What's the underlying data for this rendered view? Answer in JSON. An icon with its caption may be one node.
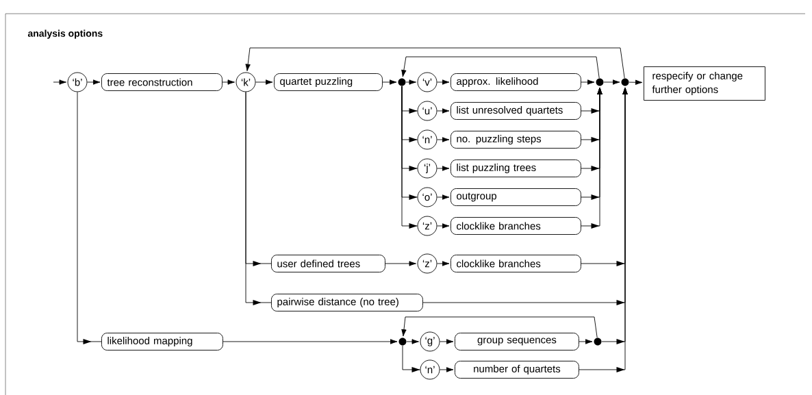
{
  "diagram": {
    "title": "analysis options",
    "nodes": [
      {
        "text": [
          "‘b’"
        ]
      },
      {
        "text": [
          "tree reconstruction"
        ]
      },
      {
        "text": [
          "‘k’"
        ]
      },
      {
        "text": [
          "quartet puzzling"
        ]
      },
      {
        "text": [],
        "shape": "circle"
      },
      {
        "text": [
          "‘v’"
        ]
      },
      {
        "text": [
          "approx. likelihood"
        ]
      },
      {
        "text": [
          "‘u’"
        ]
      },
      {
        "text": [
          "list unresolved quartets"
        ]
      },
      {
        "text": [
          "‘n’"
        ]
      },
      {
        "text": [
          "no. puzzling steps"
        ]
      },
      {
        "text": [
          "‘j’"
        ]
      },
      {
        "text": [
          "list puzzling trees"
        ]
      },
      {
        "text": [
          "‘o’"
        ]
      },
      {
        "text": [
          "outgroup"
        ]
      },
      {
        "text": [
          "‘z’"
        ]
      },
      {
        "text": [
          "clocklike branches"
        ]
      },
      {
        "text": [],
        "shape": "circle"
      },
      {
        "text": [],
        "shape": "circle"
      },
      {
        "text": [
          "respecify or change further options"
        ]
      },
      {
        "text": [
          "user defined trees"
        ]
      },
      {
        "text": [
          "‘z’"
        ]
      },
      {
        "text": [
          "clocklike branches"
        ]
      },
      {
        "text": [
          "pairwise distance (no tree)"
        ]
      },
      {
        "text": [
          "likelihood mapping"
        ]
      },
      {
        "text": [],
        "shape": "circle"
      },
      {
        "text": [
          "‘g’"
        ]
      },
      {
        "text": [
          "group sequences"
        ]
      },
      {
        "text": [],
        "shape": "circle"
      },
      {
        "text": [
          "‘n’"
        ]
      },
      {
        "text": [
          "number of quartets"
        ]
      }
    ],
    "edges": [
      {
        "from": null,
        "to": 0,
        "arrow": "to"
      },
      {
        "from": 0,
        "to": 1,
        "arrow": "to"
      },
      {
        "from": 1,
        "to": 2,
        "arrow": "to"
      },
      {
        "from": 2,
        "to": 3,
        "arrow": "to"
      },
      {
        "from": 3,
        "to": 4,
        "arrow": "to"
      },
      {
        "from": 4,
        "to": 5,
        "arrow": "to"
      },
      {
        "from": 5,
        "to": 6,
        "arrow": "to"
      },
      {
        "from": 6,
        "to": 17,
        "arrow": "to"
      },
      {
        "from": 17,
        "to": 18,
        "arrow": "to"
      },
      {
        "from": 18,
        "to": 19,
        "arrow": "to"
      },
      {
        "from": 4,
        "to": 7,
        "arrow": "to"
      },
      {
        "from": 7,
        "to": 8,
        "arrow": "to"
      },
      {
        "from": 8,
        "to": 17,
        "arrow": "to"
      },
      {
        "from": 4,
        "to": 9,
        "arrow": "to"
      },
      {
        "from": 9,
        "to": 10,
        "arrow": "to"
      },
      {
        "from": 10,
        "to": 17,
        "arrow": "to"
      },
      {
        "from": 4,
        "to": 11,
        "arrow": "to"
      },
      {
        "from": 11,
        "to": 12,
        "arrow": "to"
      },
      {
        "from": 12,
        "to": 17,
        "arrow": "to"
      },
      {
        "from": 4,
        "to": 13,
        "arrow": "to"
      },
      {
        "from": 13,
        "to": 14,
        "arrow": "to"
      },
      {
        "from": 14,
        "to": 17,
        "arrow": "to"
      },
      {
        "from": 4,
        "to": 15,
        "arrow": "to"
      },
      {
        "from": 15,
        "to": 16,
        "arrow": "to"
      },
      {
        "from": 16,
        "to": 17,
        "arrow": "to"
      },
      {
        "from": 17,
        "to": 4,
        "arrow": "to"
      },
      {
        "from": 18,
        "to": 2,
        "arrow": "to"
      },
      {
        "from": 2,
        "to": 20,
        "arrow": "to"
      },
      {
        "from": 20,
        "to": 21,
        "arrow": "to"
      },
      {
        "from": 21,
        "to": 22,
        "arrow": "to"
      },
      {
        "from": 22,
        "to": 18,
        "arrow": "to"
      },
      {
        "from": 2,
        "to": 23,
        "arrow": "to"
      },
      {
        "from": 23,
        "to": 18,
        "arrow": "to"
      },
      {
        "from": 0,
        "to": 24,
        "arrow": "to"
      },
      {
        "from": 24,
        "to": 25,
        "arrow": "to"
      },
      {
        "from": 25,
        "to": 26,
        "arrow": "to"
      },
      {
        "from": 26,
        "to": 27,
        "arrow": "to"
      },
      {
        "from": 27,
        "to": 28,
        "arrow": "to"
      },
      {
        "from": 28,
        "to": 18,
        "arrow": "to"
      },
      {
        "from": 28,
        "to": 25,
        "arrow": "to"
      },
      {
        "from": 25,
        "to": 29,
        "arrow": "to"
      },
      {
        "from": 29,
        "to": 30,
        "arrow": "to"
      },
      {
        "from": 30,
        "to": 18,
        "arrow": "to"
      }
    ]
  }
}
